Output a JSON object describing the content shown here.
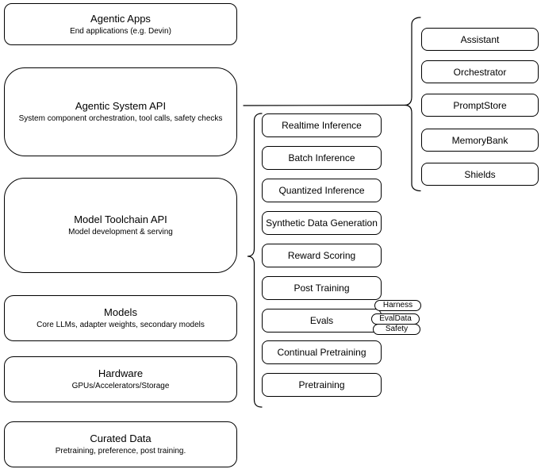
{
  "diagram": {
    "title": "Agentic system stack diagram",
    "layers": [
      {
        "title": "Agentic Apps",
        "subtitle": "End applications (e.g. Devin)"
      },
      {
        "title": "Agentic System API",
        "subtitle": "System component orchestration, tool calls, safety checks"
      },
      {
        "title": "Model Toolchain API",
        "subtitle": "Model development & serving"
      },
      {
        "title": "Models",
        "subtitle": "Core LLMs, adapter weights, secondary models"
      },
      {
        "title": "Hardware",
        "subtitle": "GPUs/Accelerators/Storage"
      },
      {
        "title": "Curated Data",
        "subtitle": "Pretraining, preference, post training."
      }
    ],
    "toolchain_services": [
      "Realtime Inference",
      "Batch Inference",
      "Quantized Inference",
      "Synthetic Data Generation",
      "Reward Scoring",
      "Post Training",
      "Evals",
      "Continual Pretraining",
      "Pretraining"
    ],
    "evals_tags": [
      "Harness",
      "EvalData",
      "Safety"
    ],
    "system_components": [
      "Assistant",
      "Orchestrator",
      "PromptStore",
      "MemoryBank",
      "Shields"
    ],
    "colors": {
      "stroke": "#000000",
      "fill": "#ffffff",
      "text": "#000000",
      "background": "#ffffff"
    }
  }
}
